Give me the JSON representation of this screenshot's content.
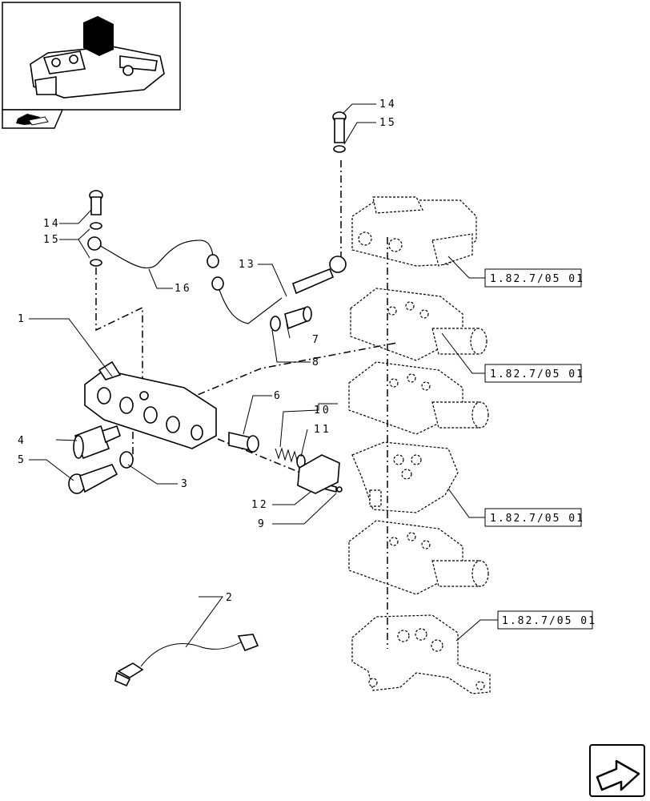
{
  "callouts": [
    "1",
    "2",
    "3",
    "4",
    "5",
    "6",
    "7",
    "8",
    "9",
    "10",
    "11",
    "12",
    "13",
    "14",
    "15",
    "16"
  ],
  "refs": [
    "1.82.7/05 01",
    "1.82.7/05 01",
    "1.82.7/05 01",
    "1.82.7/05 01"
  ],
  "icons": {
    "thumbnail": "assembly-location-thumbnail",
    "tab": "tractor-tab-icon",
    "nav": "next-page-arrow-icon"
  }
}
